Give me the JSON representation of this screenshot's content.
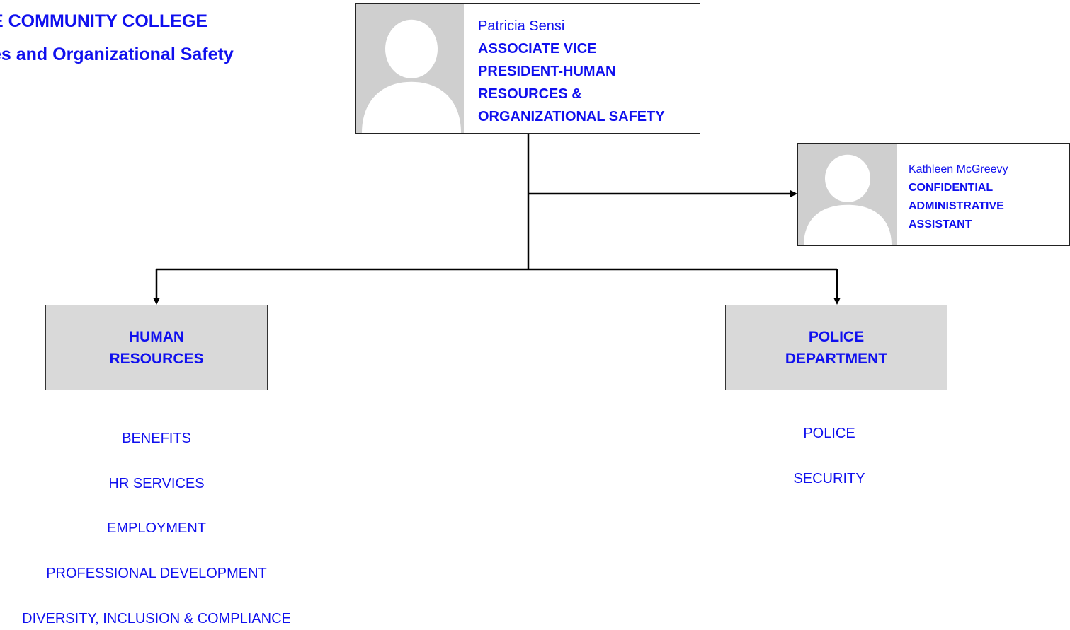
{
  "header": {
    "line1": "E COMMUNITY COLLEGE",
    "line2": "es and Organizational Safety"
  },
  "vp_card": {
    "name": "Patricia Sensi",
    "title_lines": [
      "ASSOCIATE VICE",
      "PRESIDENT-HUMAN",
      "RESOURCES &",
      "ORGANIZATIONAL SAFETY"
    ]
  },
  "assistant_card": {
    "name": "Kathleen McGreevy",
    "title_lines": [
      "CONFIDENTIAL",
      "ADMINISTRATIVE",
      "ASSISTANT"
    ]
  },
  "departments": {
    "hr": {
      "line1": "HUMAN",
      "line2": "RESOURCES"
    },
    "police": {
      "line1": "POLICE",
      "line2": "DEPARTMENT"
    }
  },
  "hr_units": [
    "BENEFITS",
    "HR SERVICES",
    "EMPLOYMENT",
    "PROFESSIONAL DEVELOPMENT",
    "DIVERSITY, INCLUSION & COMPLIANCE"
  ],
  "police_units": [
    "POLICE",
    "SECURITY"
  ],
  "colors": {
    "text_accent": "#1010ee",
    "dept_fill": "#d9d9d9",
    "photo_fill": "#cfcfcf"
  },
  "icons": {
    "avatar": "person-silhouette-icon",
    "connector": "arrow-down-icon"
  }
}
